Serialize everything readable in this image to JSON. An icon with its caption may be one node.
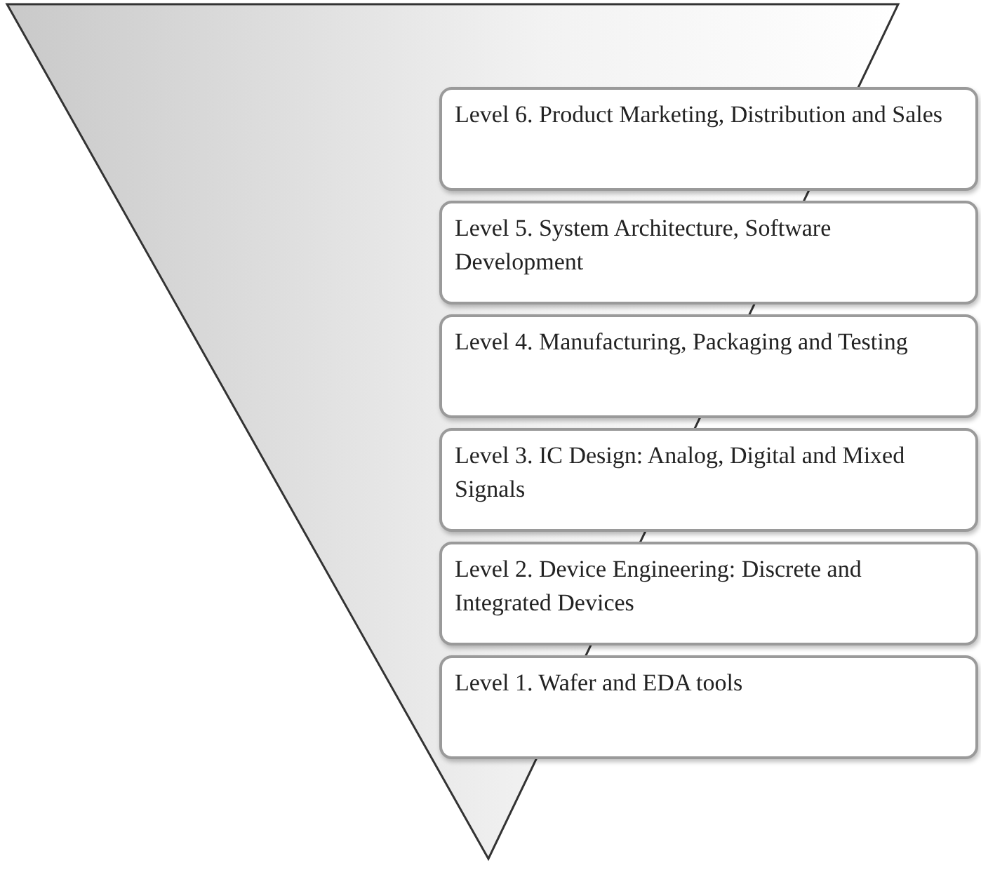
{
  "diagram": {
    "nodes": [
      {
        "text": [],
        "shape": "triangle"
      },
      {
        "text": [
          "Level 6. Product Marketing, Distribution and Sales"
        ]
      },
      {
        "text": [
          "Level 5. System Architecture, Software Development"
        ]
      },
      {
        "text": [
          "Level 4. Manufacturing, Packaging and Testing"
        ]
      },
      {
        "text": [
          "Level 3. IC Design: Analog, Digital and Mixed Signals"
        ]
      },
      {
        "text": [
          "Level 2. Device Engineering: Discrete and Integrated Devices"
        ]
      },
      {
        "text": [
          "Level 1. Wafer and EDA tools"
        ]
      }
    ]
  }
}
